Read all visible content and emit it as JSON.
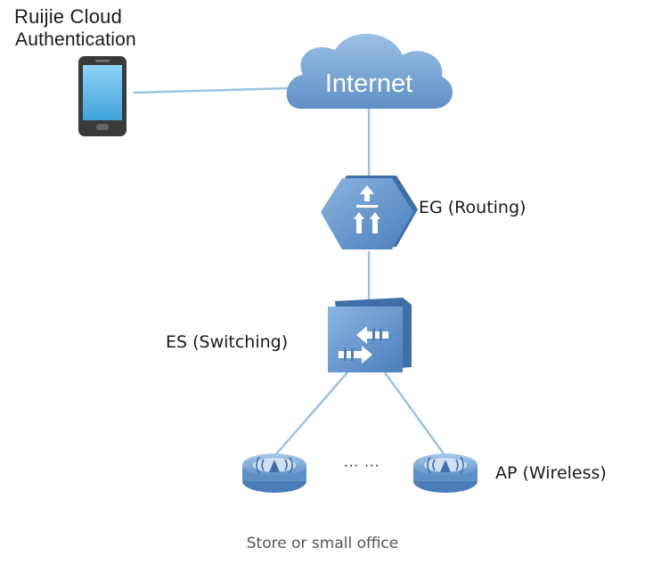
{
  "diagram": {
    "phone_caption_line1": "Ruijie Cloud",
    "phone_caption_line2": "Authentication",
    "internet_label": "Internet",
    "eg_label": "EG (Routing)",
    "es_label": "ES (Switching)",
    "ap_label": "AP (Wireless)",
    "ap_ellipsis": "··· ···",
    "caption": "Store or small office"
  },
  "colors": {
    "line": "#9cc3e4",
    "device_blue": "#5b8fc7",
    "cloud": "#6e9fd0",
    "phone_screen": "#59b6e8"
  }
}
